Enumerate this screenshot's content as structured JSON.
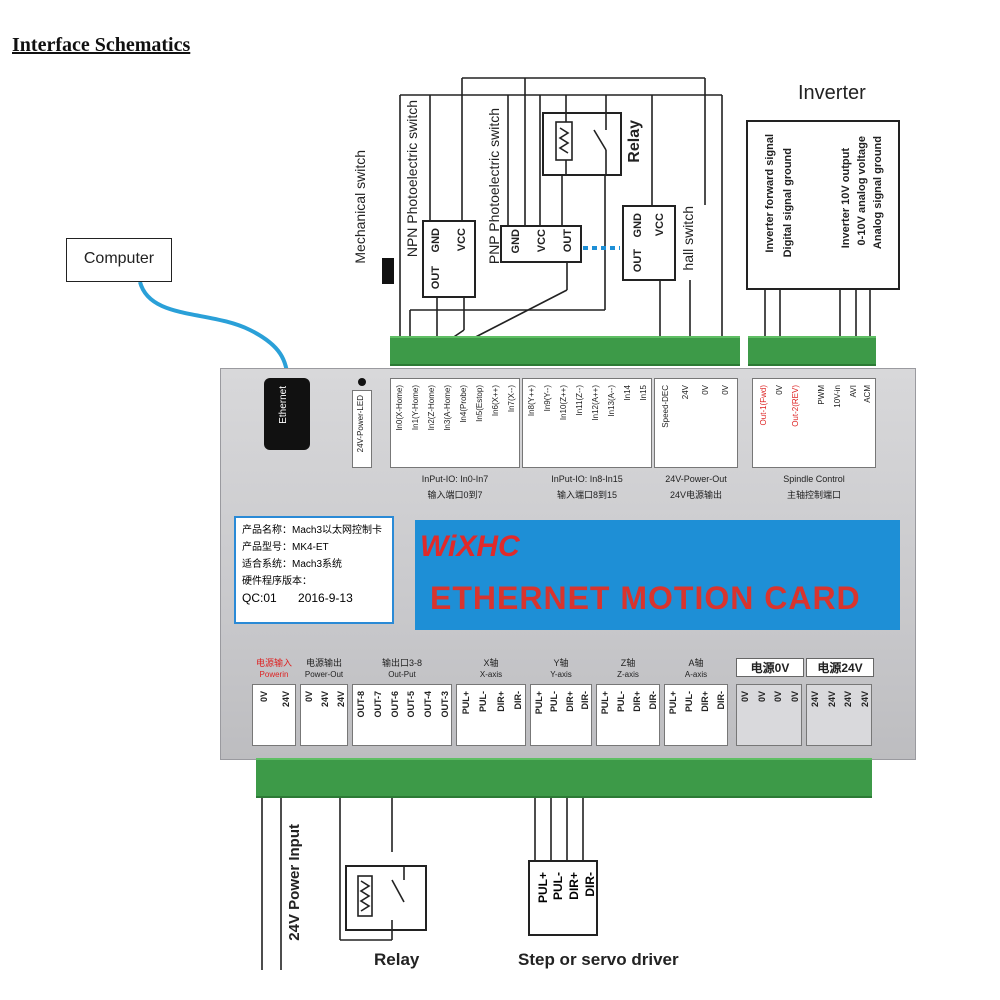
{
  "title": "Interface Schematics",
  "top_labels": {
    "computer": "Computer",
    "inverter": "Inverter",
    "mechanical_switch": "Mechanical switch",
    "npn": "NPN Photoelectric switch",
    "pnp": "PNP Photoelectric switch",
    "hall": "hall switch",
    "relay": "Relay",
    "gnd": "GND",
    "vcc": "VCC",
    "out": "OUT"
  },
  "inverter_signals": [
    "Inverter forward signal",
    "Digital signal ground",
    "Inverter 10V output",
    "0-10V analog voltage",
    "Analog signal ground"
  ],
  "card": {
    "ethernet": "Ethernet",
    "power_led": "24V-Power-LED",
    "input_group_1_pins": [
      "In0(X-Home)",
      "In1(Y-Home)",
      "In2(Z-Home)",
      "In3(A-Home)",
      "In4(Probe)",
      "In5(Estop)",
      "In6(X++)",
      "In7(X--)"
    ],
    "input_group_1_label": "InPut-IO: In0-In7",
    "input_group_1_cn": "输入端口0到7",
    "input_group_2_pins": [
      "In8(Y++)",
      "In9(Y--)",
      "In10(Z++)",
      "In11(Z--)",
      "In12(A++)",
      "In13(A--)",
      "In14",
      "In15"
    ],
    "input_group_2_label": "InPut-IO: In8-In15",
    "input_group_2_cn": "输入端口8到15",
    "power_out_pins": [
      "Speed-DEC",
      "24V",
      "0V",
      "0V"
    ],
    "power_out_label": "24V-Power-Out",
    "power_out_cn": "24V电源输出",
    "spindle_pins": [
      "Out-1(Fwd)",
      "0V",
      "Out-2(REV)",
      "PWM",
      "10V-in",
      "AVI",
      "ACM"
    ],
    "spindle_label": "Spindle Control",
    "spindle_cn": "主轴控制端口",
    "info": {
      "line1": "产品名称：Mach3以太网控制卡",
      "line2": "产品型号：MK4-ET",
      "line3": "适合系统：Mach3系统",
      "line4": "硬件程序版本：",
      "qc": "QC:01",
      "date": "2016-9-13"
    },
    "logo": "WiXHC",
    "product_title": "ETHERNET MOTION CARD",
    "bottom_groups": [
      {
        "cn": "电源输入",
        "en": "Powerin",
        "pins": [
          "0V",
          "24V"
        ]
      },
      {
        "cn": "电源输出",
        "en": "Power-Out",
        "pins": [
          "0V",
          "24V",
          "24V"
        ]
      },
      {
        "cn": "输出口3-8",
        "en": "Out-Put",
        "pins": [
          "OUT-8",
          "OUT-7",
          "OUT-6",
          "OUT-5",
          "OUT-4",
          "OUT-3"
        ]
      },
      {
        "cn": "X轴",
        "en": "X-axis",
        "pins": [
          "PUL+",
          "PUL-",
          "DIR+",
          "DIR-"
        ]
      },
      {
        "cn": "Y轴",
        "en": "Y-axis",
        "pins": [
          "PUL+",
          "PUL-",
          "DIR+",
          "DIR-"
        ]
      },
      {
        "cn": "Z轴",
        "en": "Z-axis",
        "pins": [
          "PUL+",
          "PUL-",
          "DIR+",
          "DIR-"
        ]
      },
      {
        "cn": "A轴",
        "en": "A-axis",
        "pins": [
          "PUL+",
          "PUL-",
          "DIR+",
          "DIR-"
        ]
      },
      {
        "cn": "电源0V",
        "en": "",
        "pins": [
          "0V",
          "0V",
          "0V",
          "0V"
        ]
      },
      {
        "cn": "电源24V",
        "en": "",
        "pins": [
          "24V",
          "24V",
          "24V",
          "24V"
        ]
      }
    ]
  },
  "bottom_labels": {
    "power_input": "24V Power Input",
    "relay": "Relay",
    "driver": "Step or servo driver",
    "driver_pins": [
      "PUL+",
      "PUL-",
      "DIR+",
      "DIR-"
    ]
  }
}
